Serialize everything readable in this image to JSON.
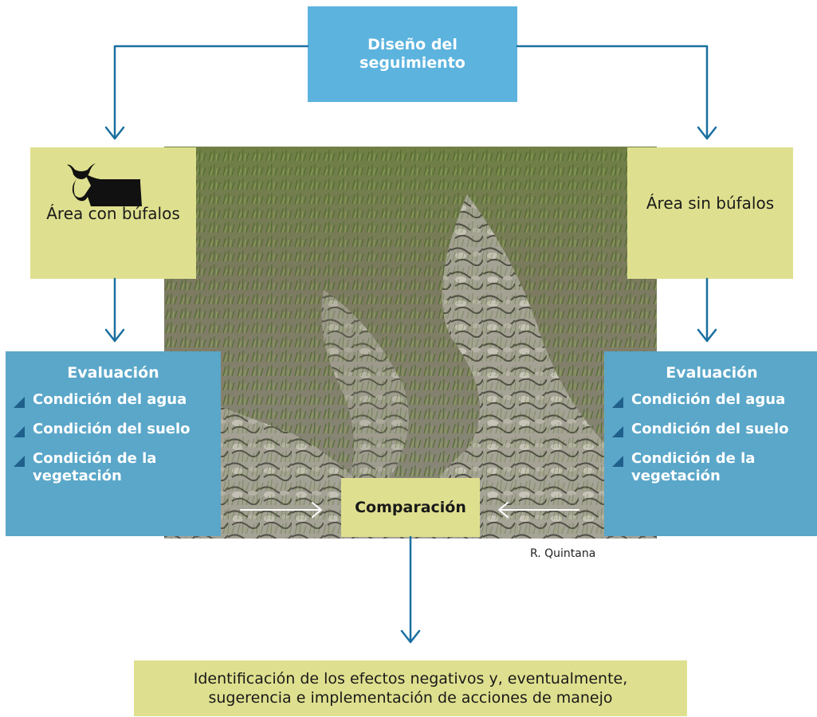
{
  "top_box": {
    "label": "Diseño del seguimiento"
  },
  "area_left": {
    "label": "Área con búfalos",
    "icon": "buffalo-icon"
  },
  "area_right": {
    "label": "Área sin búfalos"
  },
  "eval_left": {
    "title": "Evaluación",
    "items": [
      "Condición del agua",
      "Condición del suelo",
      "Condición de la vegetación"
    ]
  },
  "eval_right": {
    "title": "Evaluación",
    "items": [
      "Condición del agua",
      "Condición del suelo",
      "Condición de la vegetación"
    ]
  },
  "comparison": {
    "label": "Comparación"
  },
  "photo_credit": "R. Quintana",
  "result": {
    "label": "Identificación de los efectos negativos y, eventualmente, sugerencia e implementación de acciones de manejo"
  },
  "colors": {
    "top_box": "#5cb3de",
    "eval_box": "#5aa7c9",
    "olive_box": "#dfe08f",
    "arrow": "#1a6fa0",
    "bullet": "#1f5f8b"
  }
}
